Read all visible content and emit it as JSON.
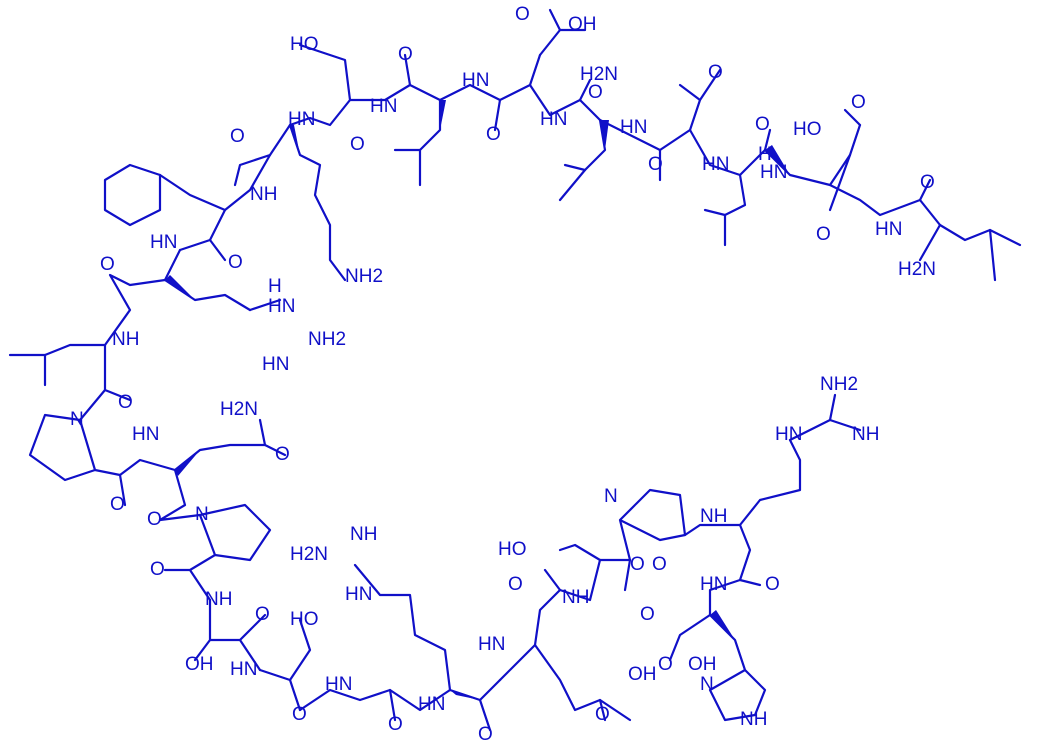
{
  "figure": {
    "kind": "skeletal-structure",
    "ink_color": "#1010c8",
    "background": "#ffffff"
  },
  "labels": {
    "hydroxyl": "HO",
    "hydroxyl_r": "OH",
    "oxygen": "O",
    "amine": "NH",
    "amine_l": "HN",
    "nitrogen": "N",
    "nitrogen_h": "H",
    "amine2": "NH2",
    "amine2_l": "H2N",
    "imine": "HN",
    "imine_r": "NH"
  }
}
